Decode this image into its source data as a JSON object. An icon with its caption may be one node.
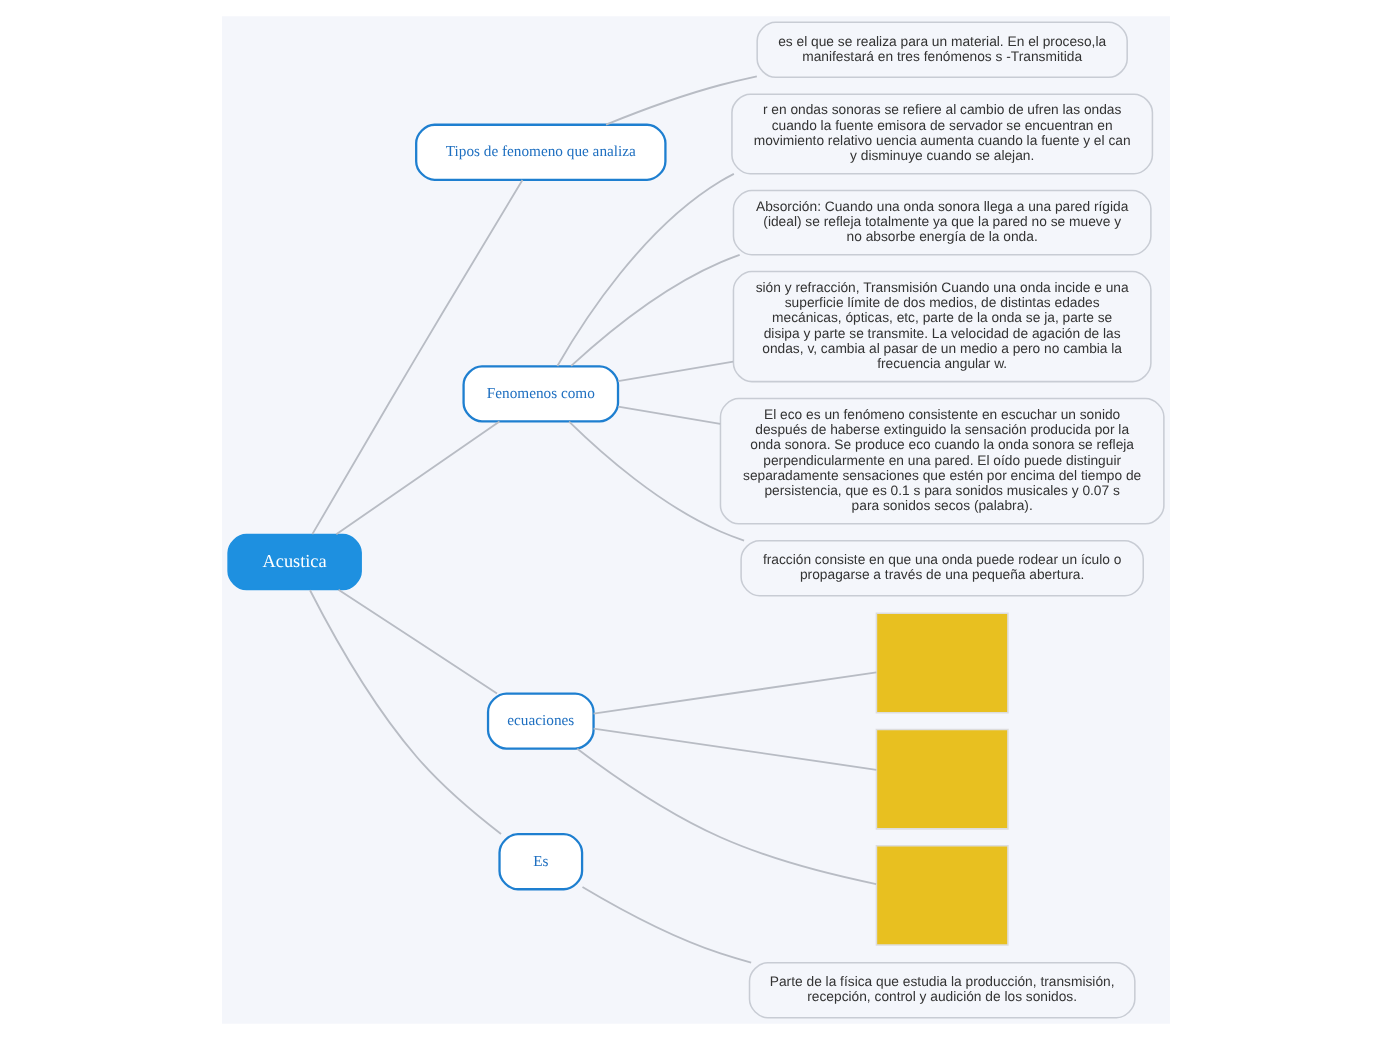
{
  "diagram": {
    "nodes": [
      {
        "text": [
          "Acustica"
        ]
      },
      {
        "text": [
          "Tipos de fenomeno que analiza"
        ]
      },
      {
        "text": [
          "es el que se realiza para un material. En el proceso,la manifestará en tres fenómenos s -Transmitida"
        ]
      },
      {
        "text": [
          "Fenomenos como"
        ]
      },
      {
        "text": [
          "r en ondas sonoras se refiere al cambio de ufren las ondas cuando la fuente emisora de servador se encuentran en movimiento relativo uencia aumenta cuando la fuente y el can y disminuye cuando se alejan."
        ]
      },
      {
        "text": [
          "Absorción: Cuando una onda sonora llega a una pared rígida (ideal) se refleja totalmente ya que la pared no se mueve y no absorbe energía de la onda."
        ]
      },
      {
        "text": [
          "sión y refracción, Transmisión Cuando una onda incide e una superficie límite de dos medios, de distintas edades mecánicas, ópticas, etc, parte de la onda se ja, parte se disipa y parte se transmite. La velocidad de agación de las ondas, v, cambia al pasar de un medio a pero no cambia la frecuencia angular w."
        ]
      },
      {
        "text": [
          "El eco es un fenómeno consistente en escuchar un sonido después de haberse extinguido la sensación producida por la onda sonora. Se produce eco cuando la onda sonora se refleja perpendicularmente en una pared. El oído puede distinguir separadamente sensaciones que estén por encima del tiempo de persistencia, que es 0.1 s para sonidos musicales y 0.07 s para sonidos secos (palabra)."
        ]
      },
      {
        "text": [
          "fracción consiste en que una onda puede rodear un ículo o propagarse a través de una pequeña abertura."
        ]
      },
      {
        "text": [
          "ecuaciones"
        ]
      },
      {
        "text": [],
        "shape": "box"
      },
      {
        "text": [],
        "shape": "box"
      },
      {
        "text": [],
        "shape": "box"
      },
      {
        "text": [
          "Es"
        ]
      },
      {
        "text": [
          "Parte de la física que estudia la producción, transmisión, recepción, control y audición de los sonidos."
        ]
      }
    ],
    "edges": [
      {
        "from": 0,
        "to": 1,
        "arrow": "none"
      },
      {
        "from": 1,
        "to": 2,
        "arrow": "none"
      },
      {
        "from": 0,
        "to": 3,
        "arrow": "none"
      },
      {
        "from": 3,
        "to": 4,
        "arrow": "none"
      },
      {
        "from": 3,
        "to": 5,
        "arrow": "none"
      },
      {
        "from": 3,
        "to": 6,
        "arrow": "none"
      },
      {
        "from": 3,
        "to": 7,
        "arrow": "none"
      },
      {
        "from": 3,
        "to": 8,
        "arrow": "none"
      },
      {
        "from": 0,
        "to": 9,
        "arrow": "none"
      },
      {
        "from": 9,
        "to": 10,
        "arrow": "none"
      },
      {
        "from": 9,
        "to": 11,
        "arrow": "none"
      },
      {
        "from": 9,
        "to": 12,
        "arrow": "none"
      },
      {
        "from": 0,
        "to": 13,
        "arrow": "none"
      },
      {
        "from": 13,
        "to": 14,
        "arrow": "none"
      }
    ]
  }
}
